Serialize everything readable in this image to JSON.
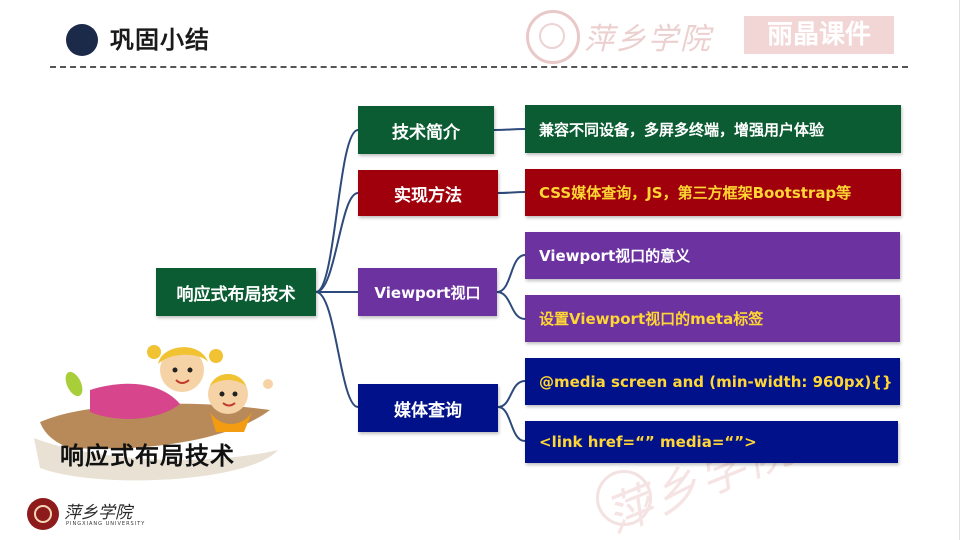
{
  "header": {
    "title": "巩固小结"
  },
  "watermark": {
    "brand": "萍乡学院",
    "badge": "丽晶课件"
  },
  "root": {
    "label": "响应式布局技术"
  },
  "branches": [
    {
      "label": "技术简介",
      "color": "#0b5c33",
      "items": [
        {
          "text": "兼容不同设备，多屏多终端，增强用户体验",
          "color": "#0b5c33"
        }
      ]
    },
    {
      "label": "实现方法",
      "color": "#a0000c",
      "items": [
        {
          "text": "CSS媒体查询，JS，第三方框架Bootstrap等",
          "color": "#a0000c"
        }
      ]
    },
    {
      "label": "Viewport视口",
      "color": "#6b32a0",
      "items": [
        {
          "text": "Viewport视口的意义",
          "color": "#6b32a0"
        },
        {
          "text": "设置Viewport视口的meta标签",
          "color": "#6b32a0"
        }
      ]
    },
    {
      "label": "媒体查询",
      "color": "#00118a",
      "items": [
        {
          "text": "@media screen and (min-width: 960px){}",
          "color": "#00118a"
        },
        {
          "text": "<link href=“” media=“”>",
          "color": "#00118a"
        }
      ]
    }
  ],
  "illustration": {
    "caption": "响应式布局技术"
  },
  "footer": {
    "logo_text": "萍乡学院",
    "logo_sub": "PINGXIANG UNIVERSITY"
  }
}
